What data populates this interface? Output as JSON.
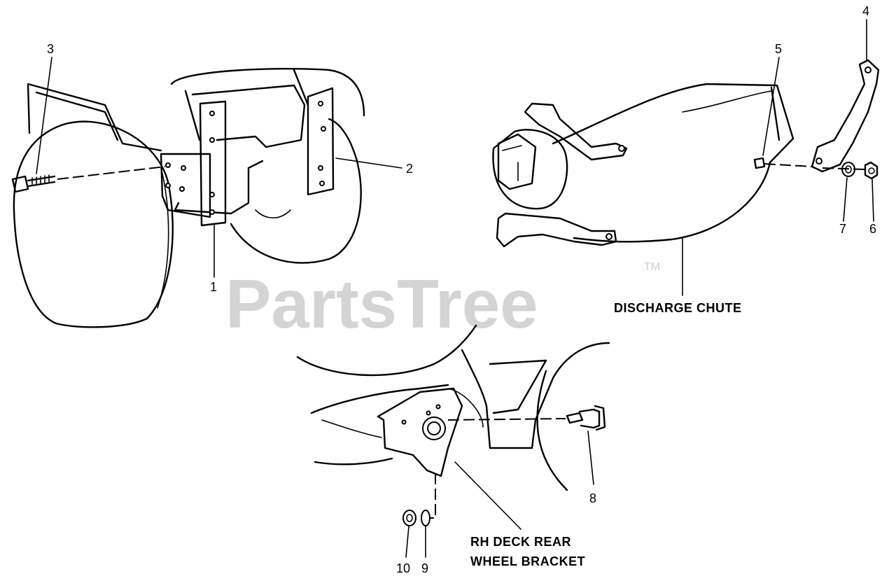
{
  "watermark": {
    "text": "PartsTree",
    "tm": "TM"
  },
  "callouts": {
    "c1": "1",
    "c2": "2",
    "c3": "3",
    "c4": "4",
    "c5": "5",
    "c6": "6",
    "c7": "7",
    "c8": "8",
    "c9": "9",
    "c10": "10"
  },
  "labels": {
    "discharge_chute": "DISCHARGE CHUTE",
    "bracket_line1": "RH DECK REAR",
    "bracket_line2": "WHEEL BRACKET"
  }
}
